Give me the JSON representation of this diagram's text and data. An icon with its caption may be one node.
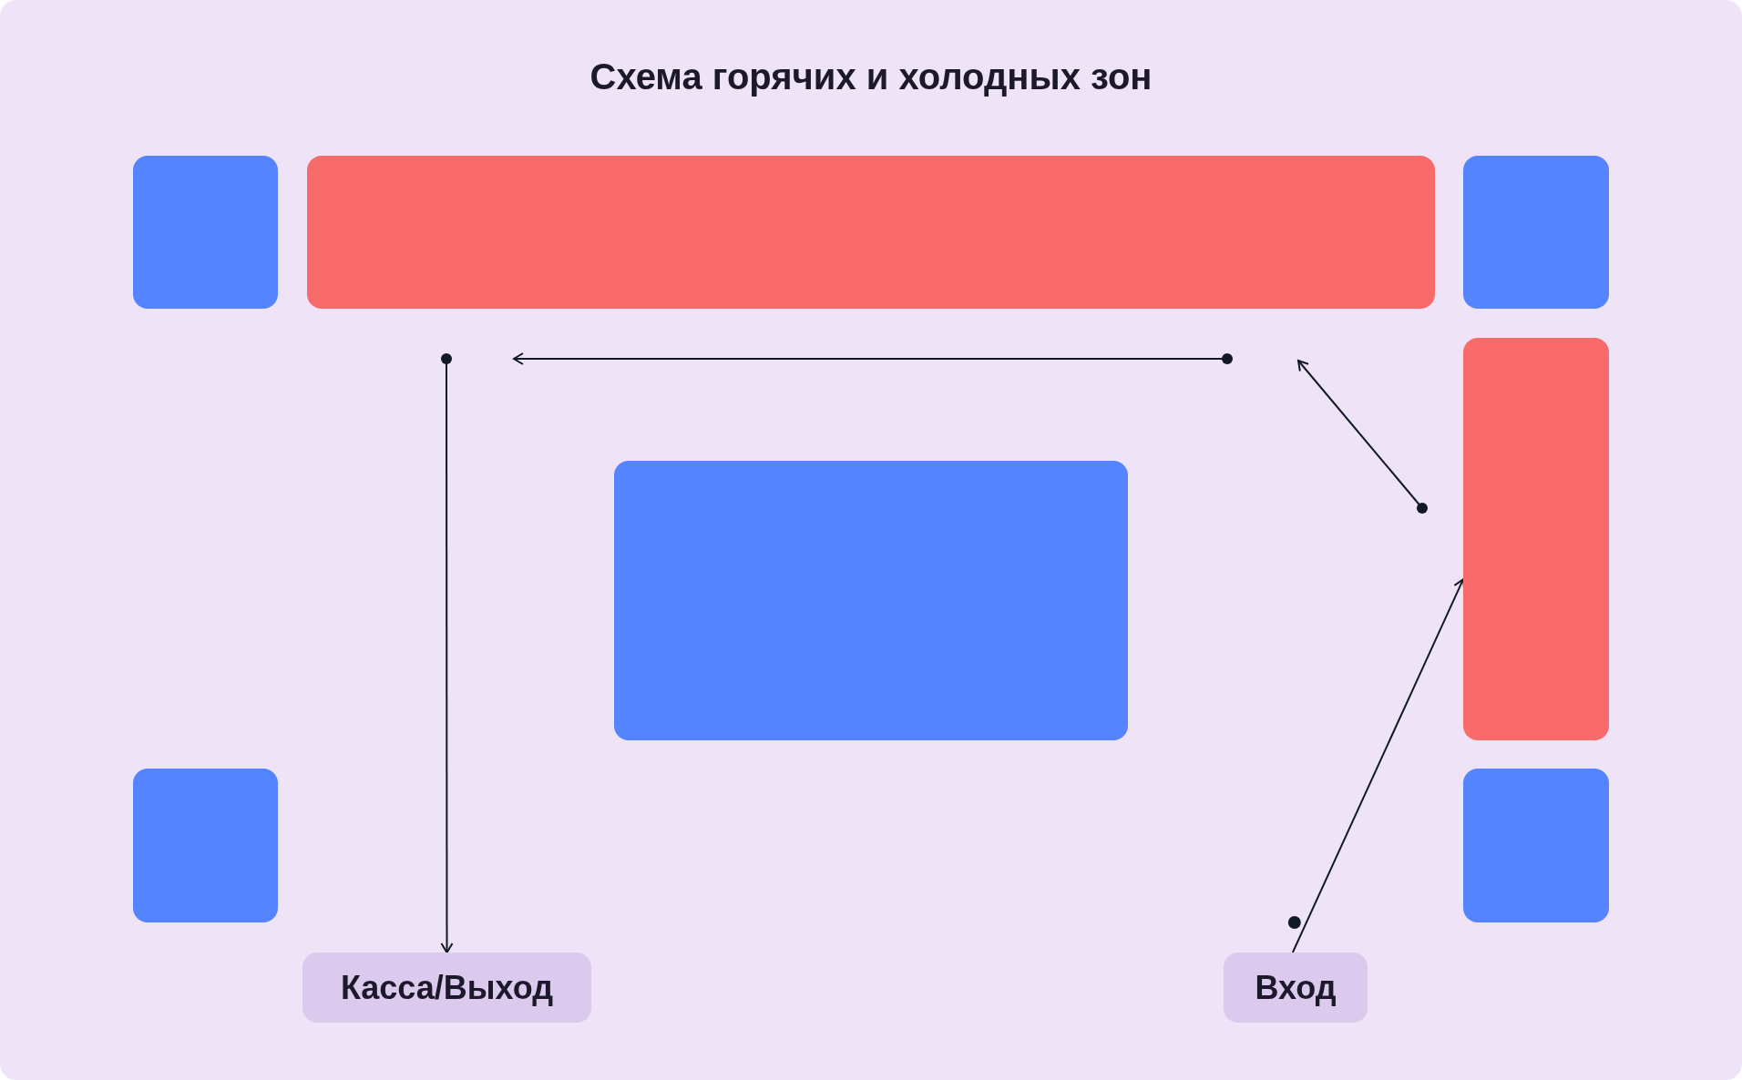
{
  "diagram": {
    "title": "Схема горячих и холодных зон",
    "nodes": [
      {
        "text": [],
        "shape": "box"
      },
      {
        "text": [],
        "shape": "box"
      },
      {
        "text": [],
        "shape": "box"
      },
      {
        "text": [],
        "shape": "box"
      },
      {
        "text": [],
        "shape": "box"
      },
      {
        "text": [],
        "shape": "box"
      },
      {
        "text": [],
        "shape": "box"
      },
      {
        "text": [
          "Касса/Выход"
        ]
      },
      {
        "text": [
          "Вход"
        ]
      }
    ],
    "edges": [
      {
        "from": 8,
        "to": 3,
        "arrow": "to"
      },
      {
        "from": null,
        "to": 7,
        "arrow": "to"
      }
    ]
  }
}
